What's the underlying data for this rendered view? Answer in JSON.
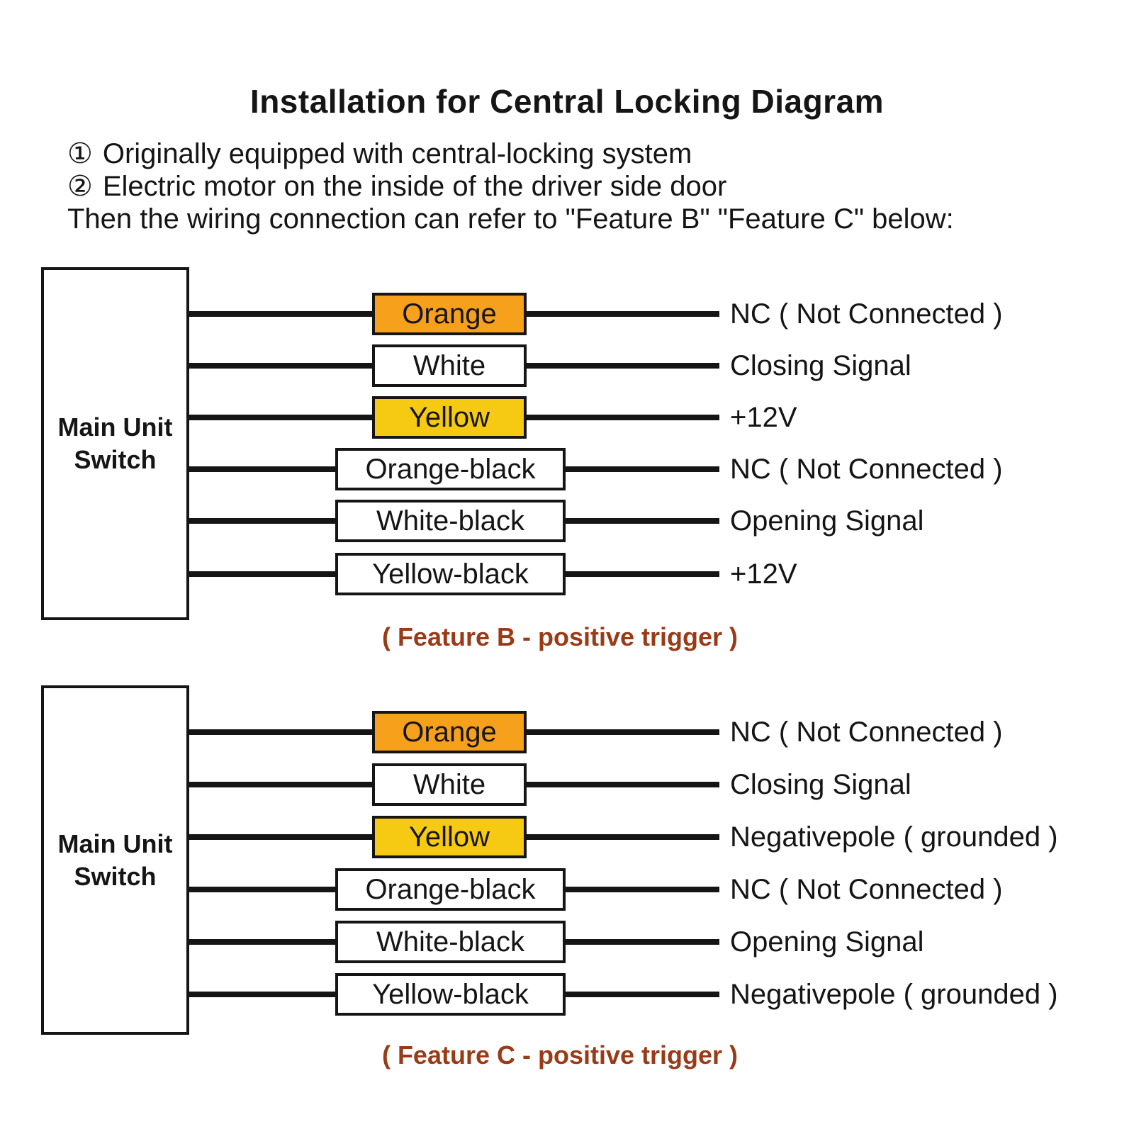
{
  "page": {
    "title": "Installation for Central Locking Diagram",
    "notes": [
      {
        "bullet": "①",
        "text": "Originally equipped with central-locking system"
      },
      {
        "bullet": "②",
        "text": "Electric motor on the inside of the driver side door"
      }
    ],
    "intro": "Then the wiring connection can refer to \"Feature B\" \"Feature C\" below:"
  },
  "colors": {
    "orange": "#F7A01B",
    "yellow": "#F6CA13",
    "white": "#FFFFFF",
    "ink": "#151515",
    "caption": "#9A3B18"
  },
  "diagrams": [
    {
      "id": "feature-b",
      "source_label": "Main Unit Switch",
      "caption": "( Feature B - positive trigger )",
      "rows": [
        {
          "wire": "Orange",
          "fill": "orange",
          "signal": "NC ( Not Connected )"
        },
        {
          "wire": "White",
          "fill": "white",
          "signal": "Closing Signal"
        },
        {
          "wire": "Yellow",
          "fill": "yellow",
          "signal": "+12V"
        },
        {
          "wire": "Orange-black",
          "fill": "white",
          "signal": "NC ( Not Connected )"
        },
        {
          "wire": "White-black",
          "fill": "white",
          "signal": "Opening Signal"
        },
        {
          "wire": "Yellow-black",
          "fill": "white",
          "signal": "+12V"
        }
      ]
    },
    {
      "id": "feature-c",
      "source_label": "Main Unit Switch",
      "caption": "( Feature C - positive trigger )",
      "rows": [
        {
          "wire": "Orange",
          "fill": "orange",
          "signal": "NC ( Not Connected )"
        },
        {
          "wire": "White",
          "fill": "white",
          "signal": "Closing Signal"
        },
        {
          "wire": "Yellow",
          "fill": "yellow",
          "signal": "Negativepole ( grounded )"
        },
        {
          "wire": "Orange-black",
          "fill": "white",
          "signal": "NC ( Not Connected )"
        },
        {
          "wire": "White-black",
          "fill": "white",
          "signal": "Opening Signal"
        },
        {
          "wire": "Yellow-black",
          "fill": "white",
          "signal": "Negativepole ( grounded )"
        }
      ]
    }
  ]
}
